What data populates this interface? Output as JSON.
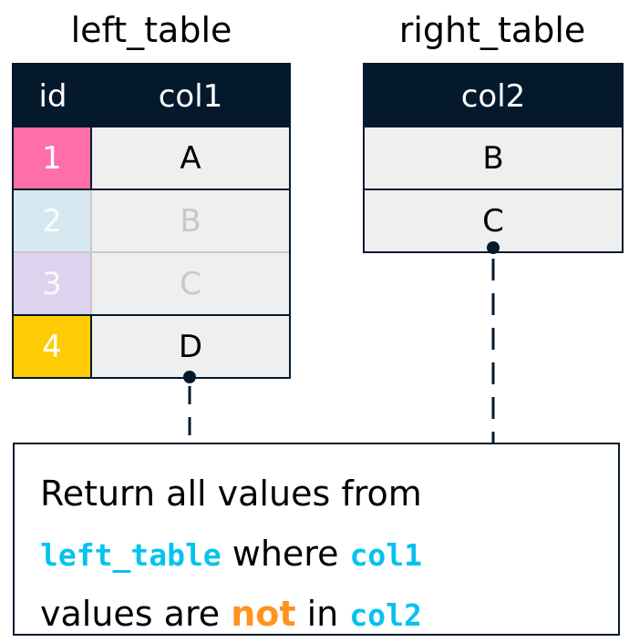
{
  "left_table": {
    "title": "left_table",
    "headers": [
      "id",
      "col1"
    ],
    "rows": [
      {
        "id": "1",
        "col1": "A",
        "color": "#ff6ea9",
        "faded": false
      },
      {
        "id": "2",
        "col1": "B",
        "color": "#d6e8ef",
        "faded": true
      },
      {
        "id": "3",
        "col1": "C",
        "color": "#ddd3ef",
        "faded": true
      },
      {
        "id": "4",
        "col1": "D",
        "color": "#ffcb05",
        "faded": false
      }
    ]
  },
  "right_table": {
    "title": "right_table",
    "header": "col2",
    "rows": [
      "B",
      "C"
    ]
  },
  "note": {
    "line1": "Return all values from",
    "line2_code": "left_table",
    "line2_text": " where ",
    "line2_code2": "col1",
    "line3_text": "values are ",
    "line3_emph": "not",
    "line3_text2": " in ",
    "line3_code": "col2"
  },
  "colors": {
    "header": "#05192d",
    "code": "#03c3ee",
    "emphasis": "#ff931e",
    "cell": "#efefef"
  }
}
